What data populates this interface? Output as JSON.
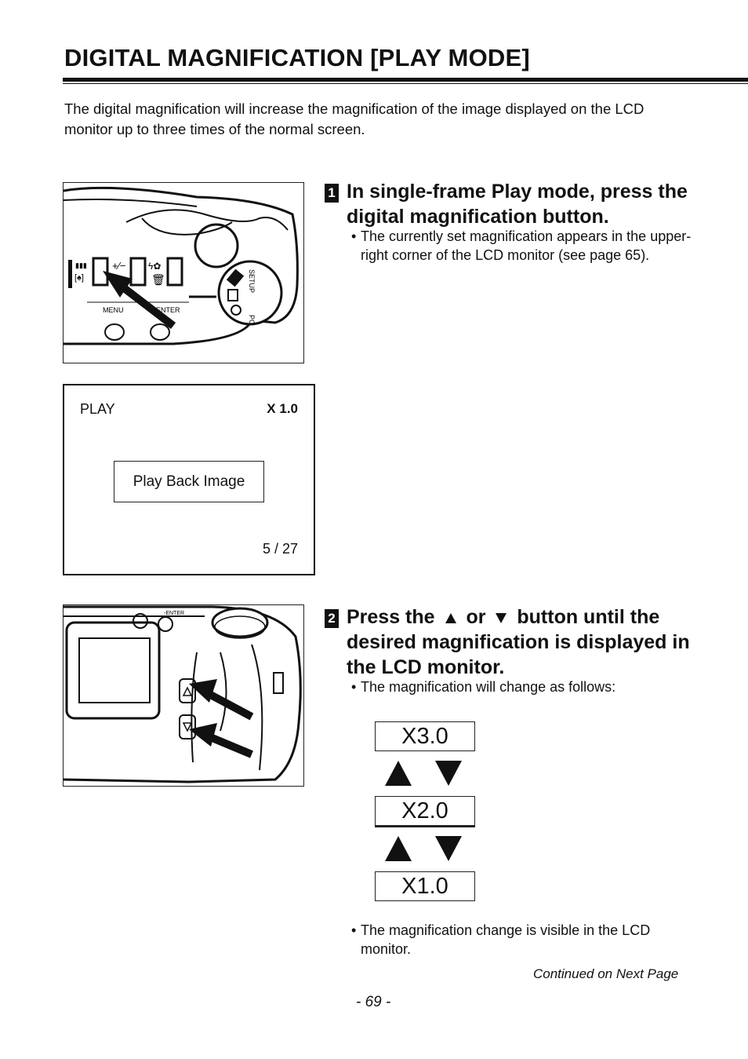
{
  "header": {
    "title": "DIGITAL MAGNIFICATION [PLAY MODE]"
  },
  "intro": "The digital magnification will increase the magnification of the image displayed on the LCD monitor up to three times of the normal screen.",
  "figure1": {
    "labels": {
      "setup": "SETUP",
      "pc": "PC",
      "menu": "MENU",
      "enter": "-ENTER"
    }
  },
  "lcd_screen": {
    "mode": "PLAY",
    "zoom": "X 1.0",
    "image_label": "Play Back Image",
    "count": "5 / 27"
  },
  "step1": {
    "number": "1",
    "heading": "In single-frame Play mode, press the digital magnification button.",
    "bullet": "The currently set magnification appears in the upper-right corner of the LCD monitor (see page 65)."
  },
  "figure2": {
    "labels": {
      "enter": "-ENTER"
    }
  },
  "step2": {
    "number": "2",
    "heading_part1": "Press the",
    "heading_part2": "or",
    "heading_part3": "button until the desired magnification is displayed in the LCD monitor.",
    "bullet": "The magnification will change as follows:",
    "magnifications": [
      "X3.0",
      "X2.0",
      "X1.0"
    ],
    "note": "The magnification change is visible in the LCD monitor."
  },
  "footer": {
    "continued": "Continued on Next Page",
    "page": "- 69 -"
  }
}
